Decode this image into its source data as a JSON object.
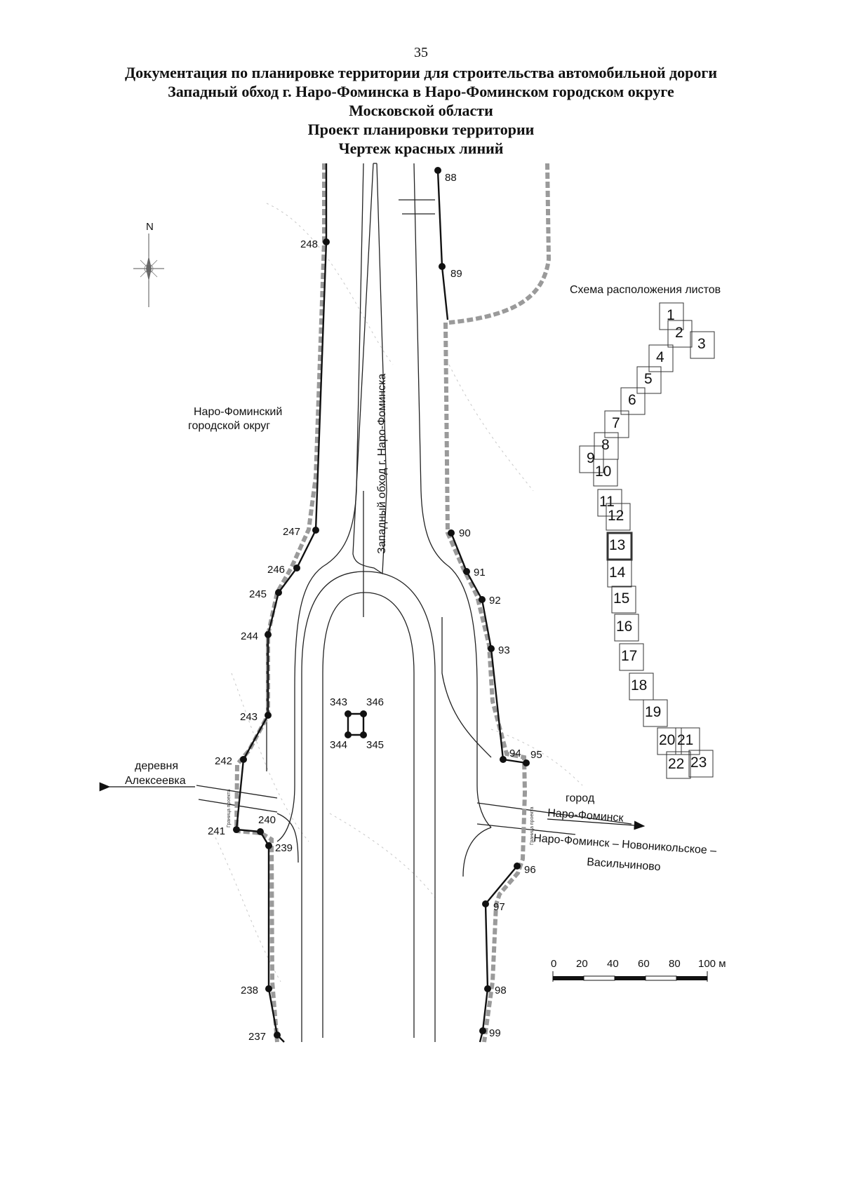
{
  "page_number": "35",
  "title_lines": [
    "Документация по планировке территории для строительства автомобильной дороги",
    "Западный обход г. Наро-Фоминска в Наро-Фоминском городском округе",
    "Московской области",
    "Проект планировки территории",
    "Чертеж красных линий"
  ],
  "north_label": "N",
  "road_name": "Западный обход г. Наро-Фоминска",
  "district_label": [
    "Наро-Фоминский",
    "городской округ"
  ],
  "village_label": [
    "деревня",
    "Алексеевка"
  ],
  "city_label": [
    "город",
    "Наро-Фоминск"
  ],
  "road_label": [
    "Наро-Фоминск – Новоникольское –",
    "Васильчиново"
  ],
  "boundary_note": "Граница проекта",
  "scheme_title": "Схема расположения листов",
  "sheet_numbers": [
    "1",
    "2",
    "3",
    "4",
    "5",
    "6",
    "7",
    "8",
    "9",
    "10",
    "11",
    "12",
    "13",
    "14",
    "15",
    "16",
    "17",
    "18",
    "19",
    "20",
    "21",
    "22",
    "23"
  ],
  "current_sheet": "13",
  "scale": {
    "ticks": [
      "0",
      "20",
      "40",
      "60",
      "80",
      "100 м"
    ]
  },
  "points_left": [
    "248",
    "247",
    "246",
    "245",
    "244",
    "243",
    "242",
    "241",
    "240",
    "239",
    "238",
    "237"
  ],
  "points_right": [
    "88",
    "89",
    "90",
    "91",
    "92",
    "93",
    "94",
    "95",
    "96",
    "97",
    "98",
    "99"
  ],
  "points_center": [
    "343",
    "346",
    "344",
    "345"
  ]
}
